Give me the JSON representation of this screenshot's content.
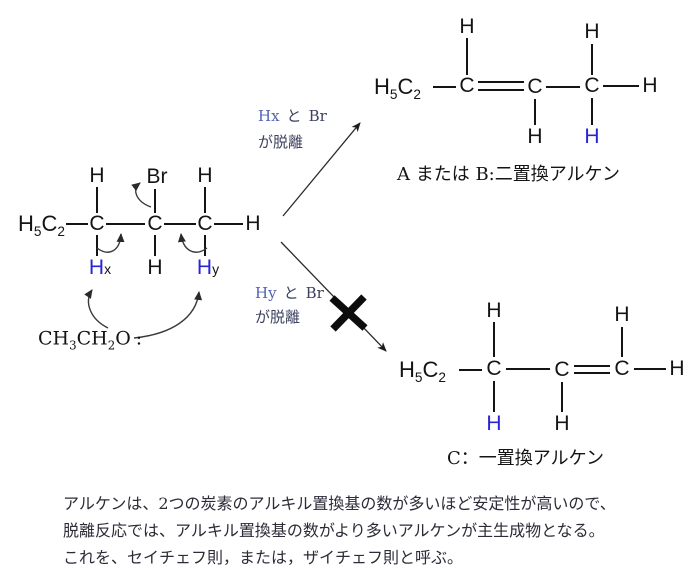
{
  "colors": {
    "structure_ink": "#141414",
    "hydrogen_blue": "#2a24d8",
    "pathway_label_blue": "#5062b8",
    "pathway_label_dark": "#3c415f",
    "note_text": "#2c2c38"
  },
  "atoms": {
    "carbon": "C",
    "hydrogen": "H",
    "bromine": "Br"
  },
  "formulas": {
    "ethyl": {
      "h": "H",
      "sub5": "5",
      "c": "C",
      "sub2": "2"
    },
    "ethoxide": {
      "ch": "CH",
      "sub3": "3",
      "ch2": "CH",
      "sub2": "2",
      "o": "O",
      "lone_pair": ":"
    }
  },
  "h_labels": {
    "hx": {
      "symbol": "H",
      "sub": "x"
    },
    "hy": {
      "symbol": "H",
      "sub": "y"
    }
  },
  "pathways": {
    "top": {
      "subject": "Hx",
      "connector": "と",
      "partner": "Br",
      "action": "が脱離"
    },
    "bottom": {
      "subject": "Hy",
      "connector": "と",
      "partner": "Br",
      "action": "が脱離"
    }
  },
  "products": {
    "a": {
      "label": "A または B:二置換アルケン"
    },
    "c": {
      "label": "C：一置換アルケン"
    }
  },
  "note_lines": [
    "アルケンは、2つの炭素のアルキル置換基の数が多いほど安定性が高いので、",
    "脱離反応では、アルキル置換基の数がより多いアルケンが主生成物となる。",
    "これを、セイチェフ則，または，ザイチェフ則と呼ぶ。"
  ]
}
